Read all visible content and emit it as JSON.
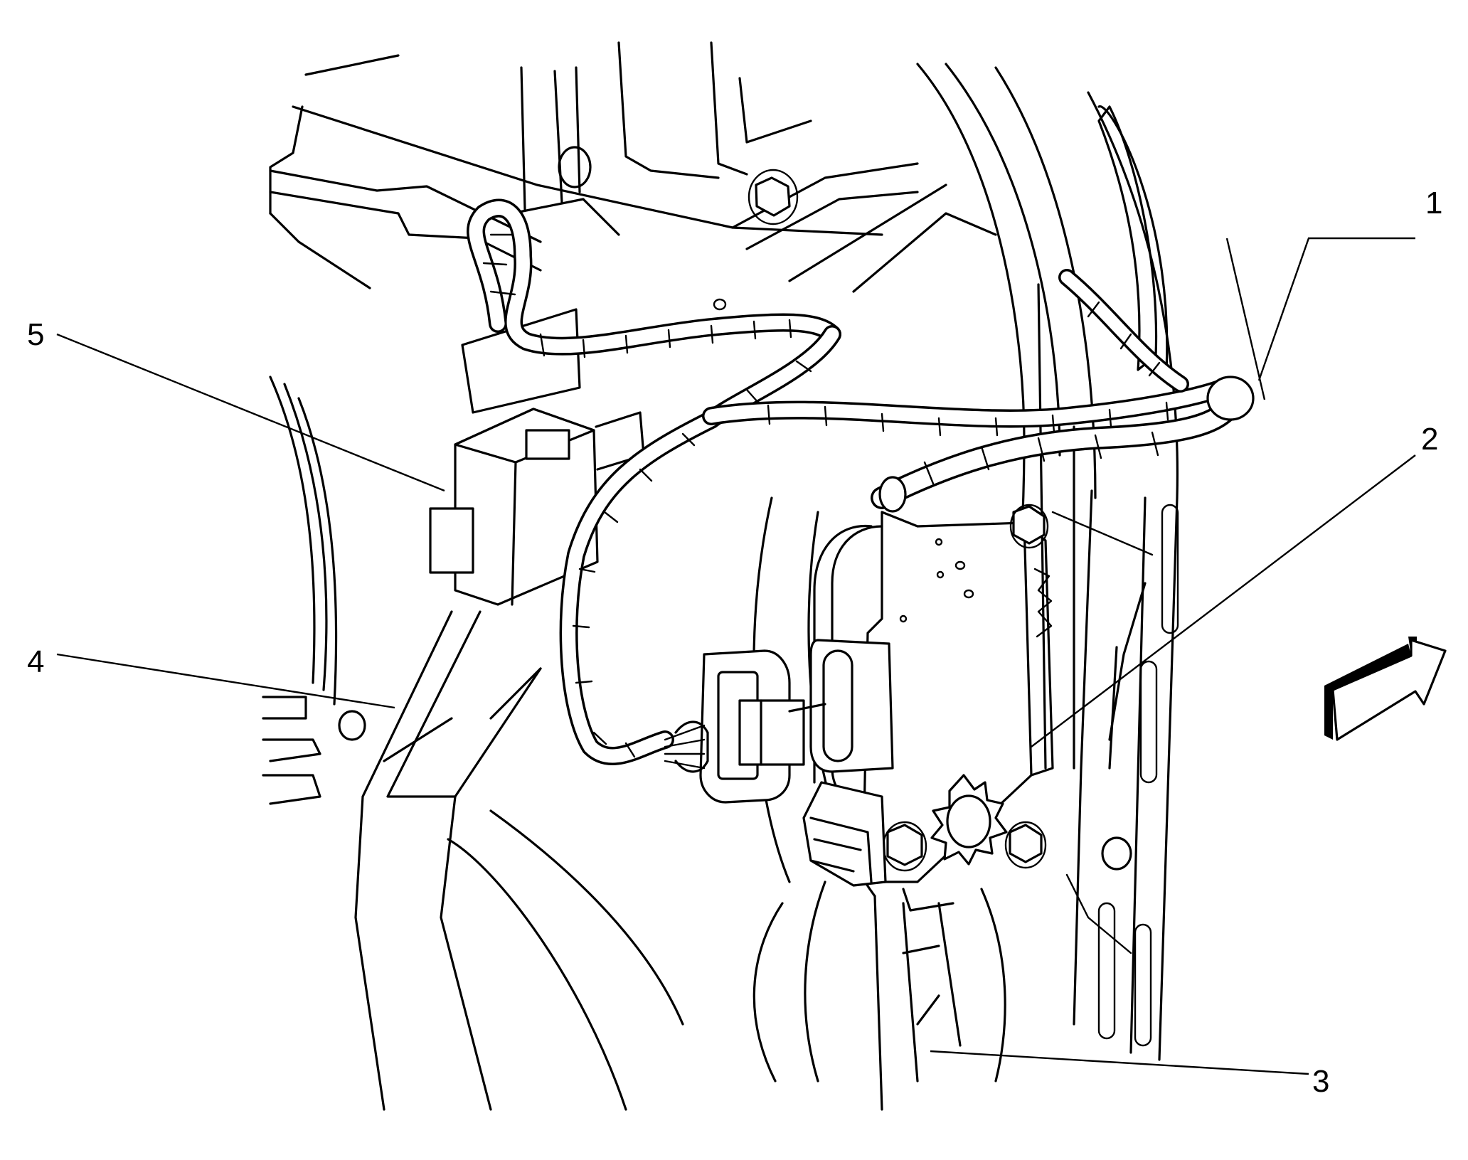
{
  "callouts": {
    "c1": "1",
    "c2": "2",
    "c3": "3",
    "c4": "4",
    "c5": "5"
  },
  "icons": {
    "view_arrow": "view-direction-arrow-icon"
  },
  "colors": {
    "line": "#000000",
    "background": "#ffffff"
  }
}
